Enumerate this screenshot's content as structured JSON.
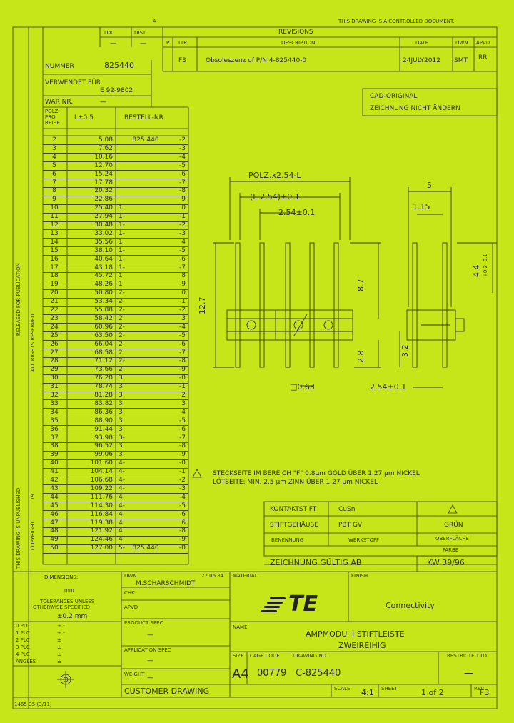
{
  "header": {
    "top_marker": "A",
    "controlled_notice": "THIS DRAWING IS A CONTROLLED DOCUMENT."
  },
  "revisions": {
    "title": "REVISIONS",
    "loc_label": "LOC",
    "dist_label": "DIST",
    "loc_value": "—",
    "dist_value": "—",
    "p_label": "P",
    "ltr_label": "LTR",
    "desc_label": "DESCRIPTION",
    "date_label": "DATE",
    "dwn_label": "DWN",
    "apvd_label": "APVD",
    "row_ltr": "F3",
    "row_desc": "Obsoleszenz of P/N 4-825440-0",
    "row_date": "24JULY2012",
    "row_dwn": "SMT",
    "row_apvd": "RR"
  },
  "left_info": {
    "nummer_label": "NUMMER",
    "nummer_value": "825440",
    "verwendet_label": "VERWENDET FÜR",
    "verwendet_value": "E 92-9802",
    "war_label": "WAR NR.",
    "war_value": "—"
  },
  "cad_note": {
    "line1": "CAD-ORIGINAL",
    "line2": "ZEICHNUNG NICHT ÄNDERN"
  },
  "parts_table": {
    "col1_header": "POLZ. PRO REIHE",
    "col2_header": "L±0.5",
    "col3_header": "BESTELL-NR.",
    "rows": [
      {
        "p": "2",
        "l": "5.08",
        "a": "",
        "b": "825 440",
        "c": "-2"
      },
      {
        "p": "3",
        "l": "7.62",
        "a": "",
        "b": "",
        "c": "-3"
      },
      {
        "p": "4",
        "l": "10.16",
        "a": "",
        "b": "",
        "c": "-4"
      },
      {
        "p": "5",
        "l": "12.70",
        "a": "",
        "b": "",
        "c": "-5"
      },
      {
        "p": "6",
        "l": "15.24",
        "a": "",
        "b": "",
        "c": "-6"
      },
      {
        "p": "7",
        "l": "17.78",
        "a": "",
        "b": "",
        "c": "-7"
      },
      {
        "p": "8",
        "l": "20.32",
        "a": "",
        "b": "",
        "c": "-8"
      },
      {
        "p": "9",
        "l": "22.86",
        "a": "",
        "b": "",
        "c": "9"
      },
      {
        "p": "10",
        "l": "25.40",
        "a": "1",
        "b": "",
        "c": "0"
      },
      {
        "p": "11",
        "l": "27.94",
        "a": "1-",
        "b": "",
        "c": "-1"
      },
      {
        "p": "12",
        "l": "30.48",
        "a": "1-",
        "b": "",
        "c": "-2"
      },
      {
        "p": "13",
        "l": "33.02",
        "a": "1-",
        "b": "",
        "c": "-3"
      },
      {
        "p": "14",
        "l": "35.56",
        "a": "1",
        "b": "",
        "c": "4"
      },
      {
        "p": "15",
        "l": "38.10",
        "a": "1-",
        "b": "",
        "c": "-5"
      },
      {
        "p": "16",
        "l": "40.64",
        "a": "1-",
        "b": "",
        "c": "-6"
      },
      {
        "p": "17",
        "l": "43.18",
        "a": "1-",
        "b": "",
        "c": "-7"
      },
      {
        "p": "18",
        "l": "45.72",
        "a": "1",
        "b": "",
        "c": "8"
      },
      {
        "p": "19",
        "l": "48.26",
        "a": "1",
        "b": "",
        "c": "-9"
      },
      {
        "p": "20",
        "l": "50.80",
        "a": "2-",
        "b": "",
        "c": "0"
      },
      {
        "p": "21",
        "l": "53.34",
        "a": "2-",
        "b": "",
        "c": "-1"
      },
      {
        "p": "22",
        "l": "55.88",
        "a": "2-",
        "b": "",
        "c": "-2"
      },
      {
        "p": "23",
        "l": "58.42",
        "a": "2",
        "b": "",
        "c": "3"
      },
      {
        "p": "24",
        "l": "60.96",
        "a": "2-",
        "b": "",
        "c": "-4"
      },
      {
        "p": "25",
        "l": "63.50",
        "a": "2-",
        "b": "",
        "c": "-5"
      },
      {
        "p": "26",
        "l": "66.04",
        "a": "2-",
        "b": "",
        "c": "-6"
      },
      {
        "p": "27",
        "l": "68.58",
        "a": "2",
        "b": "",
        "c": "-7"
      },
      {
        "p": "28",
        "l": "71.12",
        "a": "2-",
        "b": "",
        "c": "-8"
      },
      {
        "p": "29",
        "l": "73.66",
        "a": "2-",
        "b": "",
        "c": "-9"
      },
      {
        "p": "30",
        "l": "76.20",
        "a": "3",
        "b": "",
        "c": "-0"
      },
      {
        "p": "31",
        "l": "78.74",
        "a": "3",
        "b": "",
        "c": "-1"
      },
      {
        "p": "32",
        "l": "81.28",
        "a": "3",
        "b": "",
        "c": "2"
      },
      {
        "p": "33",
        "l": "83.82",
        "a": "3",
        "b": "",
        "c": "3"
      },
      {
        "p": "34",
        "l": "86.36",
        "a": "3",
        "b": "",
        "c": "4"
      },
      {
        "p": "35",
        "l": "88.90",
        "a": "3",
        "b": "",
        "c": "-5"
      },
      {
        "p": "36",
        "l": "91.44",
        "a": "3",
        "b": "",
        "c": "-6"
      },
      {
        "p": "37",
        "l": "93.98",
        "a": "3-",
        "b": "",
        "c": "-7"
      },
      {
        "p": "38",
        "l": "96.52",
        "a": "3",
        "b": "",
        "c": "-8"
      },
      {
        "p": "39",
        "l": "99.06",
        "a": "3-",
        "b": "",
        "c": "-9"
      },
      {
        "p": "40",
        "l": "101.60",
        "a": "4-",
        "b": "",
        "c": "-0"
      },
      {
        "p": "41",
        "l": "104.14",
        "a": "4-",
        "b": "",
        "c": "-1"
      },
      {
        "p": "42",
        "l": "106.68",
        "a": "4-",
        "b": "",
        "c": "-2"
      },
      {
        "p": "43",
        "l": "109.22",
        "a": "4-",
        "b": "",
        "c": "-3"
      },
      {
        "p": "44",
        "l": "111.76",
        "a": "4-",
        "b": "",
        "c": "-4"
      },
      {
        "p": "45",
        "l": "114.30",
        "a": "4-",
        "b": "",
        "c": "-5"
      },
      {
        "p": "46",
        "l": "116.84",
        "a": "4-",
        "b": "",
        "c": "-6"
      },
      {
        "p": "47",
        "l": "119.38",
        "a": "4",
        "b": "",
        "c": "6"
      },
      {
        "p": "48",
        "l": "121.92",
        "a": "4",
        "b": "",
        "c": "-8"
      },
      {
        "p": "49",
        "l": "124.46",
        "a": "4",
        "b": "",
        "c": "-9"
      },
      {
        "p": "50",
        "l": "127.00",
        "a": "5-",
        "b": "825 440",
        "c": "-0"
      }
    ]
  },
  "side_labels": {
    "released": "RELEASED FOR PUBLICATION",
    "rights": "ALL RIGHTS RESERVED",
    "unpublished": "THIS DRAWING IS UNPUBLISHED.",
    "copyright": "COPYRIGHT",
    "year": "19"
  },
  "dims": {
    "polz": "POLZ.x2.54-L",
    "lminus": "(L-2.54)±0.1",
    "pitch": "2.54±0.1",
    "five": "5",
    "one15": "1.15",
    "h87": "8.7",
    "h127": "12.7",
    "h44": "4.4",
    "h44tol": "+0.2 -0.1",
    "h32": "3.2",
    "h28": "2.8",
    "sq063": "□0.63",
    "pitch2": "2.54±0.1"
  },
  "notes": {
    "note1": "STECKSEITE IM BEREICH \"F\" 0.8μm GOLD ÜBER 1.27 μm NICKEL",
    "note2": "LÖTSEITE: MIN. 2.5 μm ZINN ÜBER 1.27 μm NICKEL"
  },
  "materials": {
    "row1_a": "KONTAKTSTIFT",
    "row1_b": "CuSn",
    "row2_a": "STIFTGEHÄUSE",
    "row2_b": "PBT GV",
    "row2_c": "GRÜN",
    "hdr_a": "BENENNUNG",
    "hdr_b": "WERKSTOFF",
    "hdr_c1": "OBERFLÄCHE",
    "hdr_c2": "FARBE",
    "ref_label": "ZEICHNUNG GÜLTIG AB",
    "ref_value": "KW 39/96"
  },
  "titleblock": {
    "dimensions": "DIMENSIONS:",
    "mm": "mm",
    "tol1": "TOLERANCES UNLESS",
    "tol2": "OTHERWISE SPECIFIED:",
    "tol3": "±0.2 mm",
    "plc": [
      {
        "k": "0 PLC",
        "v": "+ -"
      },
      {
        "k": "1 PLC",
        "v": "+ -"
      },
      {
        "k": "2 PLC",
        "v": "±"
      },
      {
        "k": "3 PLC",
        "v": "±"
      },
      {
        "k": "4 PLC",
        "v": "±"
      },
      {
        "k": "ANGLES",
        "v": "±"
      }
    ],
    "dwn_label": "DWN",
    "dwn_value": "M.SCHARSCHMIDT",
    "dwn_date": "22.06.84",
    "chk_label": "CHK",
    "apvd_label": "APVD",
    "product_spec": "PRODUCT SPEC",
    "product_val": "—",
    "appl_spec": "APPLICATION SPEC",
    "appl_val": "—",
    "weight": "WEIGHT",
    "weight_val": "—",
    "material_label": "MATERIAL",
    "finish_label": "FINISH",
    "connectivity": "Connectivity",
    "te_logo": "TE",
    "name_label": "NAME",
    "name1": "AMPMODU II STIFTLEISTE",
    "name2": "ZWEIREIHIG",
    "size_label": "SIZE",
    "cage_label": "CAGE CODE",
    "drawing_label": "DRAWING NO",
    "restricted_label": "RESTRICTED TO",
    "size_val": "A4",
    "cage_val": "00779",
    "drawing_val": "C-825440",
    "restricted_val": "—",
    "cust_drawing": "CUSTOMER DRAWING",
    "scale_label": "SCALE",
    "sheet_label": "SHEET",
    "rev_label": "REV",
    "scale_val": "4:1",
    "sheet_val": "1 of 2",
    "rev_val": "F3",
    "form_no": "1465-35 (3/11)"
  }
}
